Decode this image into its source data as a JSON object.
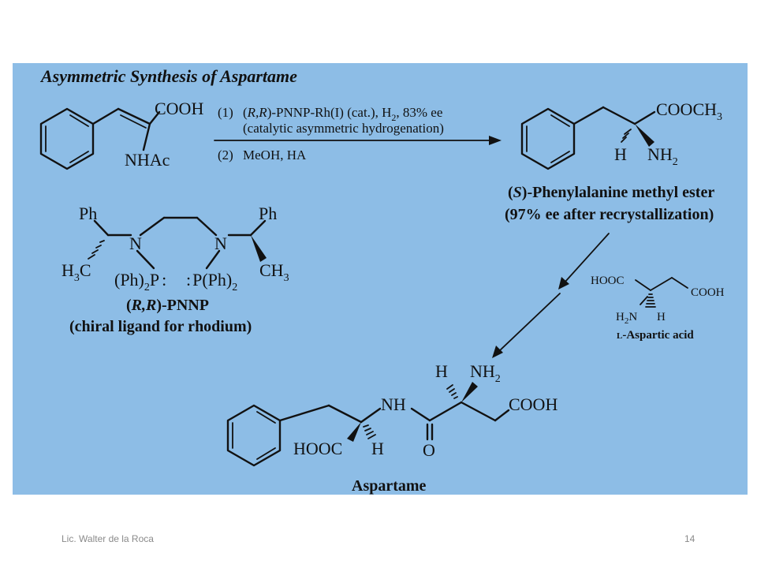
{
  "panel": {
    "title": "Asymmetric Synthesis of Aspartame",
    "reactant": {
      "acid": "COOH",
      "amide": "NHAc"
    },
    "step1": {
      "num": "(1)",
      "cat_a": "(",
      "cat_rr": "R,R",
      "cat_b": ")-PNNP-Rh(I) (cat.), H",
      "cat_sub": "2",
      "cat_c": ", 83% ee",
      "note": "(catalytic asymmetric hydrogenation)"
    },
    "step2": {
      "num": "(2)",
      "text": "MeOH, HA"
    },
    "product": {
      "ester": "COOCH",
      "ester_sub": "3",
      "h": "H",
      "nh": "NH",
      "nh_sub": "2",
      "name_a": "(",
      "name_s": "S",
      "name_b": ")-Phenylalanine methyl ester",
      "name_line2": "(97% ee after recrystallization)"
    },
    "ligand": {
      "ph_left": "Ph",
      "ph_right": "Ph",
      "n_left": "N",
      "n_right": "N",
      "h3c": "H",
      "h3c_sub": "3",
      "h3c_c": "C",
      "ch3": "CH",
      "ch3_sub": "3",
      "pph_left": "(Ph)",
      "pph_left_sub": "2",
      "pph_left_p": "P",
      "pph_right": "P(Ph)",
      "pph_right_sub": "2",
      "lone_pair": ":",
      "name_a": "(",
      "name_rr": "R,R",
      "name_b": ")-PNNP",
      "caption": "(chiral ligand for rhodium)"
    },
    "aspartic": {
      "hooc": "HOOC",
      "cooh": "COOH",
      "h2n_h": "H",
      "h2n_sub": "2",
      "h2n_n": "N",
      "h": "H",
      "name_l": "L",
      "name_rest": "-Aspartic acid"
    },
    "aspartame": {
      "h": "H",
      "nh2": "NH",
      "nh2_sub": "2",
      "nh": "NH",
      "cooh": "COOH",
      "hooc": "HOOC",
      "h_bottom": "H",
      "o": "O",
      "name": "Aspartame"
    }
  },
  "footer": {
    "author": "Lic. Walter de la Roca",
    "page": "14"
  }
}
